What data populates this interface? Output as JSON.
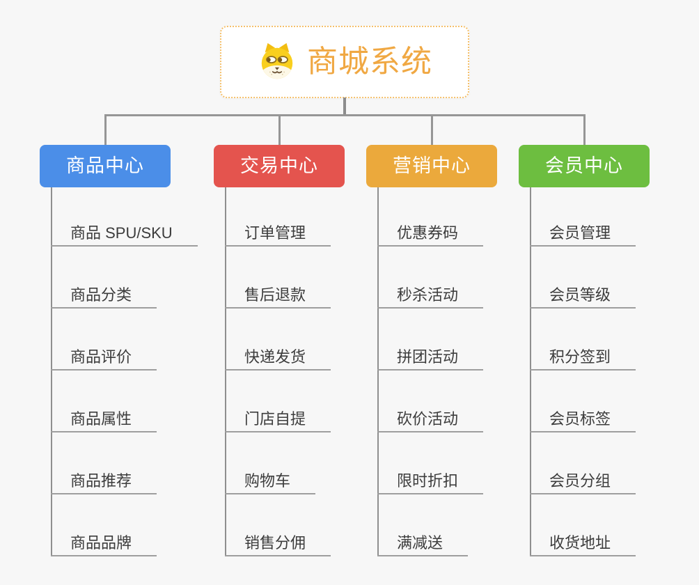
{
  "root": {
    "title": "商城系统",
    "icon": "dog-face",
    "text_color": "#f0a843",
    "border_color": "#f5c06b"
  },
  "connector_color": "#969696",
  "background_color": "#f7f7f7",
  "branches": [
    {
      "label": "商品中心",
      "color": "#4b8ee8",
      "children": [
        "商品 SPU/SKU",
        "商品分类",
        "商品评价",
        "商品属性",
        "商品推荐",
        "商品品牌"
      ]
    },
    {
      "label": "交易中心",
      "color": "#e4544e",
      "children": [
        "订单管理",
        "售后退款",
        "快递发货",
        "门店自提",
        "购物车",
        "销售分佣"
      ]
    },
    {
      "label": "营销中心",
      "color": "#eba93c",
      "children": [
        "优惠券码",
        "秒杀活动",
        "拼团活动",
        "砍价活动",
        "限时折扣",
        "满减送"
      ]
    },
    {
      "label": "会员中心",
      "color": "#6dbe40",
      "children": [
        "会员管理",
        "会员等级",
        "积分签到",
        "会员标签",
        "会员分组",
        "收货地址"
      ]
    }
  ]
}
